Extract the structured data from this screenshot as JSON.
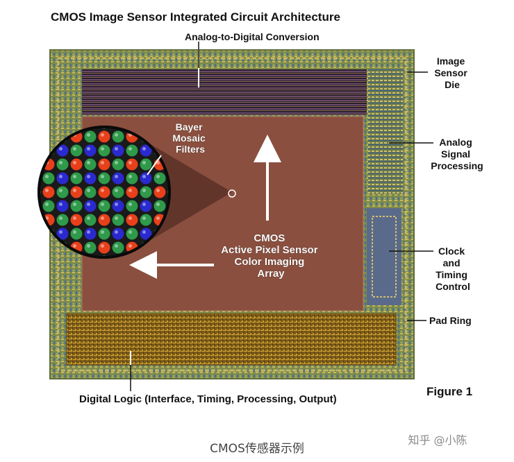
{
  "title": "CMOS Image Sensor Integrated Circuit Architecture",
  "labels": {
    "adc": "Analog-to-Digital Conversion",
    "die": [
      "Image",
      "Sensor",
      "Die"
    ],
    "analog": [
      "Analog",
      "Signal",
      "Processing"
    ],
    "clock": [
      "Clock",
      "and",
      "Timing",
      "Control"
    ],
    "pad_ring": "Pad Ring",
    "bayer": [
      "Bayer",
      "Mosaic",
      "Filters"
    ],
    "cmos_array": [
      "CMOS",
      "Active Pixel Sensor",
      "Color Imaging",
      "Array"
    ],
    "digital_logic": "Digital Logic (Interface, Timing, Processing, Output)",
    "figure": "Figure 1"
  },
  "caption": "CMOS传感器示例",
  "watermark": "知乎 @小陈",
  "colors": {
    "substrate": "#8a9a5a",
    "array": "#8a4f3f",
    "adc_band": "#3b2a3a",
    "digital_logic": "#8a6a20",
    "filter_red": "#e8401a",
    "filter_green": "#2f9a4a",
    "filter_blue": "#2a2ad0"
  }
}
